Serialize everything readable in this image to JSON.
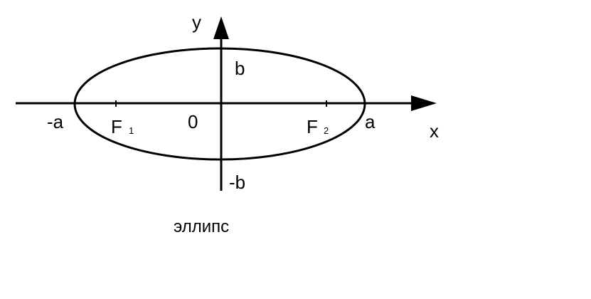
{
  "diagram": {
    "axes": {
      "x_label": "x",
      "y_label": "y"
    },
    "labels": {
      "neg_a": "-a",
      "pos_a": "a",
      "pos_b": "b",
      "neg_b": "-b",
      "origin": "0",
      "focus1_letter": "F",
      "focus1_index": "1",
      "focus2_letter": "F",
      "focus2_index": "2"
    },
    "caption": "эллипс",
    "colors": {
      "stroke": "#000000",
      "background": "#ffffff"
    }
  }
}
